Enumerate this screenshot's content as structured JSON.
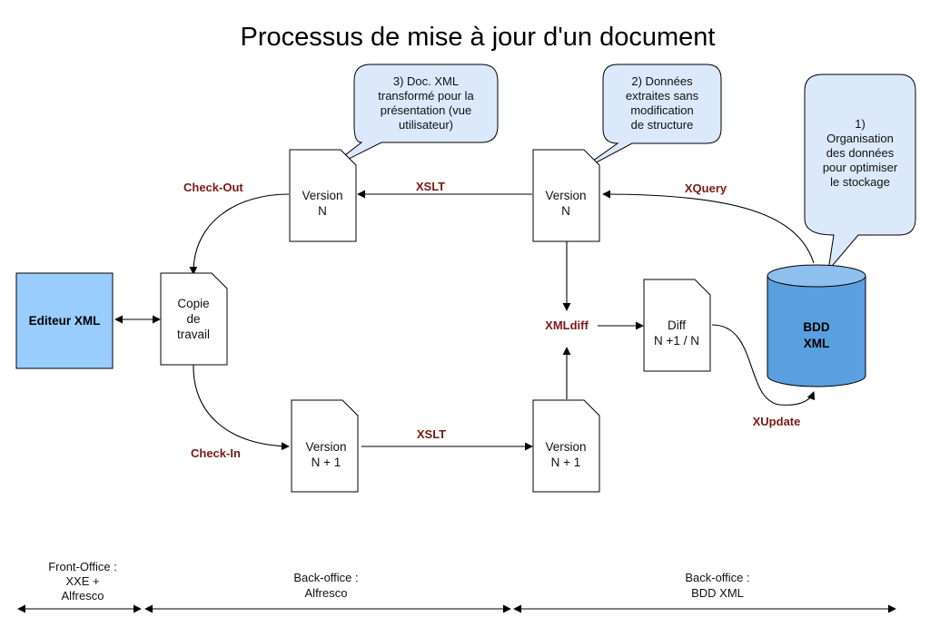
{
  "title": "Processus de mise à jour d'un document",
  "colors": {
    "editor_fill": "#99ccff",
    "db_fill": "#5aa0de",
    "bubble_fill": "#dbe9fb",
    "edge_label": "#7a1a12"
  },
  "nodes": {
    "editeur": "Editeur XML",
    "copie": [
      "Copie",
      "de",
      "travail"
    ],
    "v_n_left": [
      "Version",
      "N"
    ],
    "v_n_right": [
      "Version",
      "N"
    ],
    "v_n1_left": [
      "Version",
      "N + 1"
    ],
    "v_n1_right": [
      "Version",
      "N + 1"
    ],
    "diff": [
      "Diff",
      "N +1 / N"
    ],
    "bdd": [
      "BDD",
      "XML"
    ]
  },
  "edges": {
    "check_out": "Check-Out",
    "check_in": "Check-In",
    "xslt_top": "XSLT",
    "xslt_bottom": "XSLT",
    "xquery": "XQuery",
    "xmldiff": "XMLdiff",
    "xupdate": "XUpdate"
  },
  "callouts": {
    "c1": [
      "1)",
      "Organisation",
      "des données",
      "pour optimiser",
      "le stockage"
    ],
    "c2": [
      "2) Données",
      "extraites sans",
      "modification",
      "de structure"
    ],
    "c3": [
      "3) Doc. XML",
      "transformé pour la",
      "présentation (vue",
      "utilisateur)"
    ]
  },
  "zones": {
    "front": [
      "Front-Office :",
      "XXE +",
      "Alfresco"
    ],
    "back_alfresco": [
      "Back-office :",
      "Alfresco"
    ],
    "back_bdd": [
      "Back-office :",
      "BDD XML"
    ]
  }
}
